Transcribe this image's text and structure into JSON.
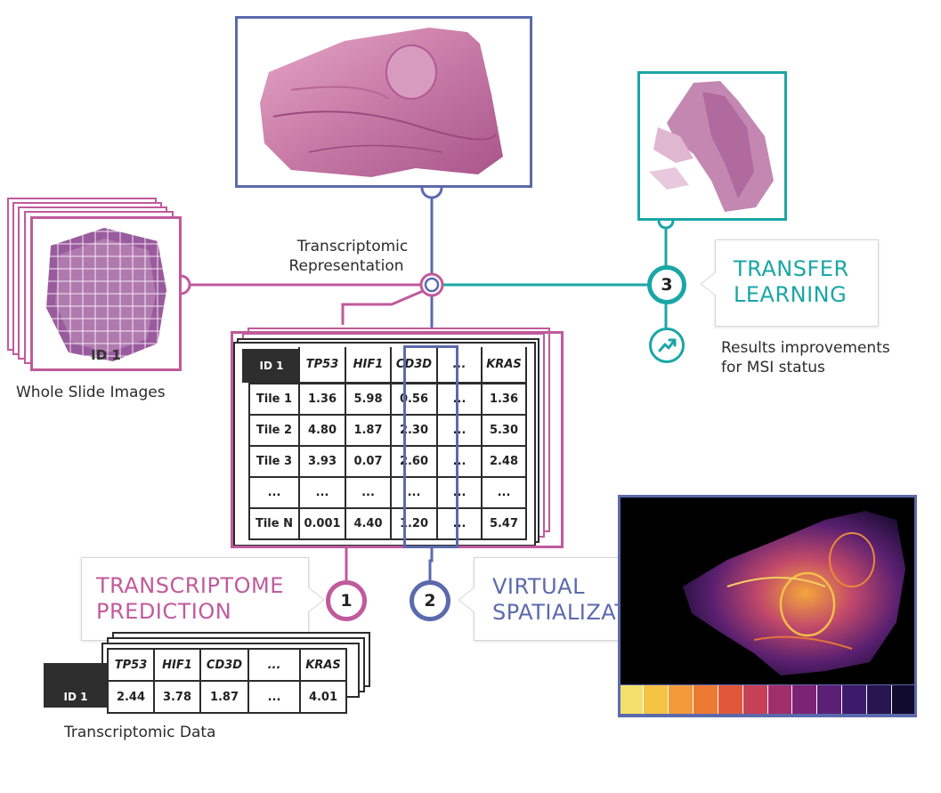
{
  "labels": {
    "transcriptomic_representation_line1": "Transcriptomic",
    "transcriptomic_representation_line2": "Representation",
    "whole_slide_images": "Whole Slide Images",
    "wsi_id": "ID 1",
    "results_line1": "Results improvements",
    "results_line2": "for MSI status",
    "transcriptomic_data": "Transcriptomic Data"
  },
  "steps": [
    {
      "number": "1",
      "title_line1": "TRANSCRIPTOME",
      "title_line2": "PREDICTION",
      "color": "#c05a9c"
    },
    {
      "number": "2",
      "title_line1": "VIRTUAL",
      "title_line2": "SPATIALIZATION",
      "color": "#5b6aad"
    },
    {
      "number": "3",
      "title_line1": "TRANSFER",
      "title_line2": "LEARNING",
      "color": "#1aa6a6"
    }
  ],
  "tile_table": {
    "corner": "ID 1",
    "headers": [
      "TP53",
      "HIF1",
      "CD3D",
      "...",
      "KRAS"
    ],
    "rows": [
      {
        "label": "Tile 1",
        "values": [
          "1.36",
          "5.98",
          "0.56",
          "...",
          "1.36"
        ]
      },
      {
        "label": "Tile 2",
        "values": [
          "4.80",
          "1.87",
          "2.30",
          "...",
          "5.30"
        ]
      },
      {
        "label": "Tile 3",
        "values": [
          "3.93",
          "0.07",
          "2.60",
          "...",
          "2.48"
        ]
      },
      {
        "label": "...",
        "values": [
          "...",
          "...",
          "...",
          "...",
          "..."
        ]
      },
      {
        "label": "Tile N",
        "values": [
          "0.001",
          "4.40",
          "1.20",
          "...",
          "5.47"
        ]
      }
    ]
  },
  "slide_table": {
    "corner": "ID 1",
    "headers": [
      "TP53",
      "HIF1",
      "CD3D",
      "...",
      "KRAS"
    ],
    "values": [
      "2.44",
      "3.78",
      "1.87",
      "...",
      "4.01"
    ]
  },
  "colors": {
    "pink": "#c05a9c",
    "blue": "#5b6aad",
    "teal": "#1aa6a6",
    "colorbar": [
      "#f2e06a",
      "#f5c342",
      "#f49a3a",
      "#ec7a34",
      "#e0583a",
      "#c64058",
      "#a12d6a",
      "#7c2373",
      "#5c1f76",
      "#3e1a6a",
      "#27164f",
      "#120b30"
    ]
  }
}
